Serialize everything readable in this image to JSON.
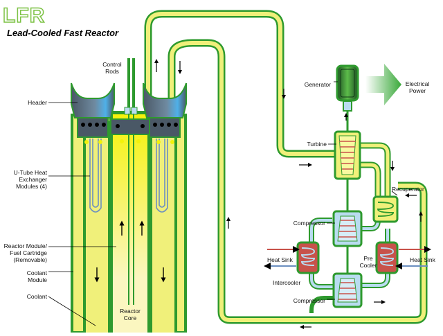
{
  "logo_text": "LFR",
  "title": "Lead-Cooled Fast Reactor",
  "labels": {
    "control_rods": "Control\nRods",
    "header": "Header",
    "u_tube": "U-Tube Heat\nExchanger\nModules (4)",
    "reactor_module": "Reactor Module/\nFuel Cartridge\n(Removable)",
    "coolant_module": "Coolant\nModule",
    "coolant": "Coolant",
    "reactor_core": "Reactor\nCore",
    "generator": "Generator",
    "electrical_power": "Electrical\nPower",
    "turbine": "Turbine",
    "recuperator": "Recuperator",
    "compressor_top": "Compressor",
    "compressor_bottom": "Compressor",
    "heat_sink_left": "Heat Sink",
    "heat_sink_right": "Heat Sink",
    "pre_cooler": "Pre\nCooler",
    "intercooler": "Intercooler"
  },
  "colors": {
    "green": "#2e9a2e",
    "pipe_yellow": "#f0f07a",
    "coolant_yellow": "#f2f20a",
    "core_light": "#fbf6c0",
    "pipe_blue": "#b9dcf0",
    "hx_red": "#c8524a",
    "gray": "#6b7a8a",
    "arrow_green": "#3aa93a"
  }
}
